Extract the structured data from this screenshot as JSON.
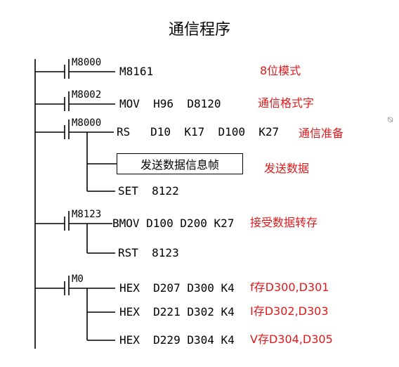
{
  "title": "通信程序",
  "cursor_glyph": "⍉",
  "rungs": [
    {
      "contact": "M8000",
      "instruction": "M8161",
      "comment": "8位模式"
    },
    {
      "contact": "M8002",
      "instruction": "MOV  H96  D8120",
      "comment": "通信格式字"
    },
    {
      "contact": "M8000",
      "instruction": "RS   D10  K17  D100  K27",
      "comment": "通信准备"
    },
    {
      "box_text": "发送数据信息帧",
      "comment": "发送数据"
    },
    {
      "instruction": "SET  8122"
    },
    {
      "contact": "M8123",
      "instruction": "BMOV D100 D200 K27",
      "comment": "接受数据转存"
    },
    {
      "instruction": "RST  8123"
    },
    {
      "contact": "M0",
      "instruction": "HEX  D207 D300 K4",
      "comment": "f存D300,D301"
    },
    {
      "instruction": "HEX  D221 D302 K4",
      "comment": "I存D302,D303"
    },
    {
      "instruction": "HEX  D229 D304 K4",
      "comment": "V存D304,D305"
    }
  ]
}
